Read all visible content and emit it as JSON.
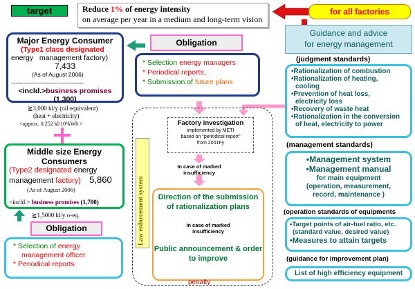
{
  "target": {
    "label": "target",
    "reduce_prefix": "Reduce ",
    "reduce_pct": "1%",
    "reduce_suffix": " of energy intensity",
    "reduce_line2": "on average per year in a medium and long-term vision",
    "for_all": "for all factories"
  },
  "major": {
    "title": "Major Energy Consumer",
    "type1_a": "(Type1 class ",
    "type1_b": "designated",
    "line3_a": "energy",
    "line3_b": "management factory)",
    "count": "7,433",
    "as_of": "(As of August 2006)",
    "dashes": "-----------------------------------",
    "incld": "<incld.>",
    "promises": "business promises",
    "promise_count": "(1,300)"
  },
  "major_note": {
    "line1": "≧3,000 kl/y (oil equivalent)",
    "line2": "(heat + electricity)",
    "line3": "<approx.  0.252 kl/10³kWh >"
  },
  "middle": {
    "title1": "Middle size Energy",
    "title2": "Consumers",
    "type2_a": "(Type2 designated",
    "type2_b": " energy",
    "mgmt_a": "management ",
    "mgmt_b": "factory)",
    "count": "5,860",
    "as_of": "(As of August 2006)",
    "incld": "<incld.>",
    "promises": " business promises",
    "promise_count": " (1,700)"
  },
  "middle_note": "≧1,5000 kl/y   o-eq.",
  "obligation_top": {
    "title": "Obligation",
    "items": [
      {
        "a": "* Selection ",
        "b": "energy managers"
      },
      {
        "a": "",
        "b": "* Periodical reports,"
      },
      {
        "a": "* Submission of ",
        "b": "future plans"
      }
    ]
  },
  "obligation_bottom": {
    "title": "Obligation",
    "item1_a": "* Selection of ",
    "item1_b": "energy",
    "item1_c": "management officer",
    "item2": "* Periodical reports"
  },
  "law": {
    "label": "Law enforcement system"
  },
  "factory": {
    "title": "Factory investigation",
    "line2": "implemented by METI",
    "line3": "based on \"periodical report\"",
    "line4": "from 2001Fy"
  },
  "marked1": {
    "line1": "In case of marked",
    "line2": "insufficiency"
  },
  "direction": {
    "line1": "Direction of the submission",
    "line2": "of rationalization plans",
    "marked_1": "In case of marked",
    "marked_2": "insufficiency",
    "public1": "Public announcement & order",
    "public2": "to improve"
  },
  "penalty": "penalty",
  "guidance": {
    "line1": "Guidance and advice",
    "line2": "for energy management"
  },
  "judgment": {
    "header": "(judgment standards)",
    "items": [
      "•Rationalization of combustion",
      "•Rationalization of heating,",
      "  cooling",
      "•Prevention of heat loss,",
      "  electricity loss",
      "•Recovery of waste heat",
      "•Rationalization in the conversion",
      "  of heat, electricity to power"
    ]
  },
  "management": {
    "header": "(management standards)",
    "item1": "•Management system",
    "item2": "•Management manual",
    "item3": "for main equipment",
    "item4": "(operation, measurement,",
    "item5": "record, maintenance )"
  },
  "operation": {
    "header": "(operation standards of equipments",
    "item1": "•Target points of air-fuel ratio, etc.",
    "item2": "(standard value, desired value)",
    "item3": "•Measures to attain targets"
  },
  "improvement": {
    "header": "(guidance for improvement plan)",
    "item": "List of high efficiency equipment"
  },
  "colors": {
    "navy": "#1f3a8a",
    "green": "#00b050",
    "cyan_border": "#3fbfe0",
    "pink_arrow": "#ff99cc",
    "red": "#ff0000",
    "yellow": "#ffff00",
    "teal_text": "#0f5f5f"
  }
}
